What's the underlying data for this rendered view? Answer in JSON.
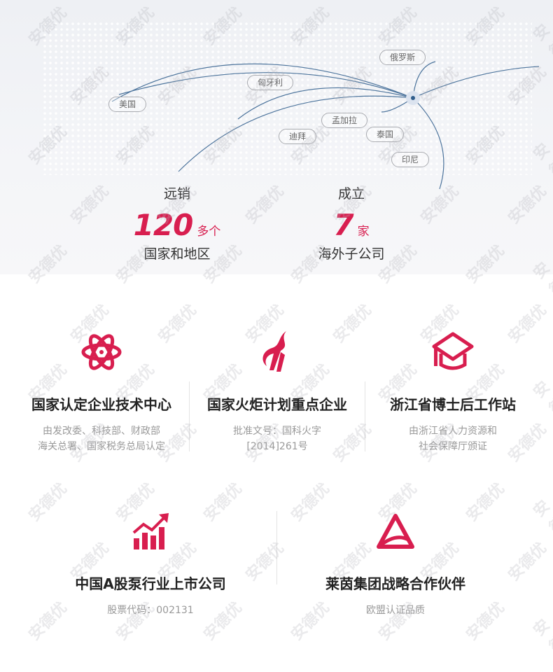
{
  "watermark": "安德优",
  "accent": "#d81e4f",
  "map": {
    "tags": [
      "美国",
      "匈牙利",
      "俄罗斯",
      "孟加拉",
      "迪拜",
      "泰国",
      "印尼"
    ]
  },
  "stats": [
    {
      "label": "远销",
      "number": "120",
      "unit": "多个",
      "sub": "国家和地区"
    },
    {
      "label": "成立",
      "number": "7",
      "unit": "家",
      "sub": "海外子公司"
    }
  ],
  "honors": [
    {
      "icon": "atom-icon",
      "title": "国家认定企业技术中心",
      "desc": [
        "由发改委、科技部、财政部",
        "海关总署、国家税务总局认定"
      ]
    },
    {
      "icon": "torch-icon",
      "title": "国家火炬计划重点企业",
      "desc": [
        "批准文号：国科火字",
        "[2014]261号"
      ]
    },
    {
      "icon": "graduation-cap-icon",
      "title": "浙江省博士后工作站",
      "desc": [
        "由浙江省人力资源和",
        "社会保障厅颁证"
      ]
    },
    {
      "icon": "growth-chart-icon",
      "title": "中国A股泵行业上市公司",
      "desc": [
        "股票代码：002131"
      ]
    },
    {
      "icon": "triangle-logo-icon",
      "title": "莱茵集团战略合作伙伴",
      "desc": [
        "欧盟认证品质"
      ]
    }
  ]
}
